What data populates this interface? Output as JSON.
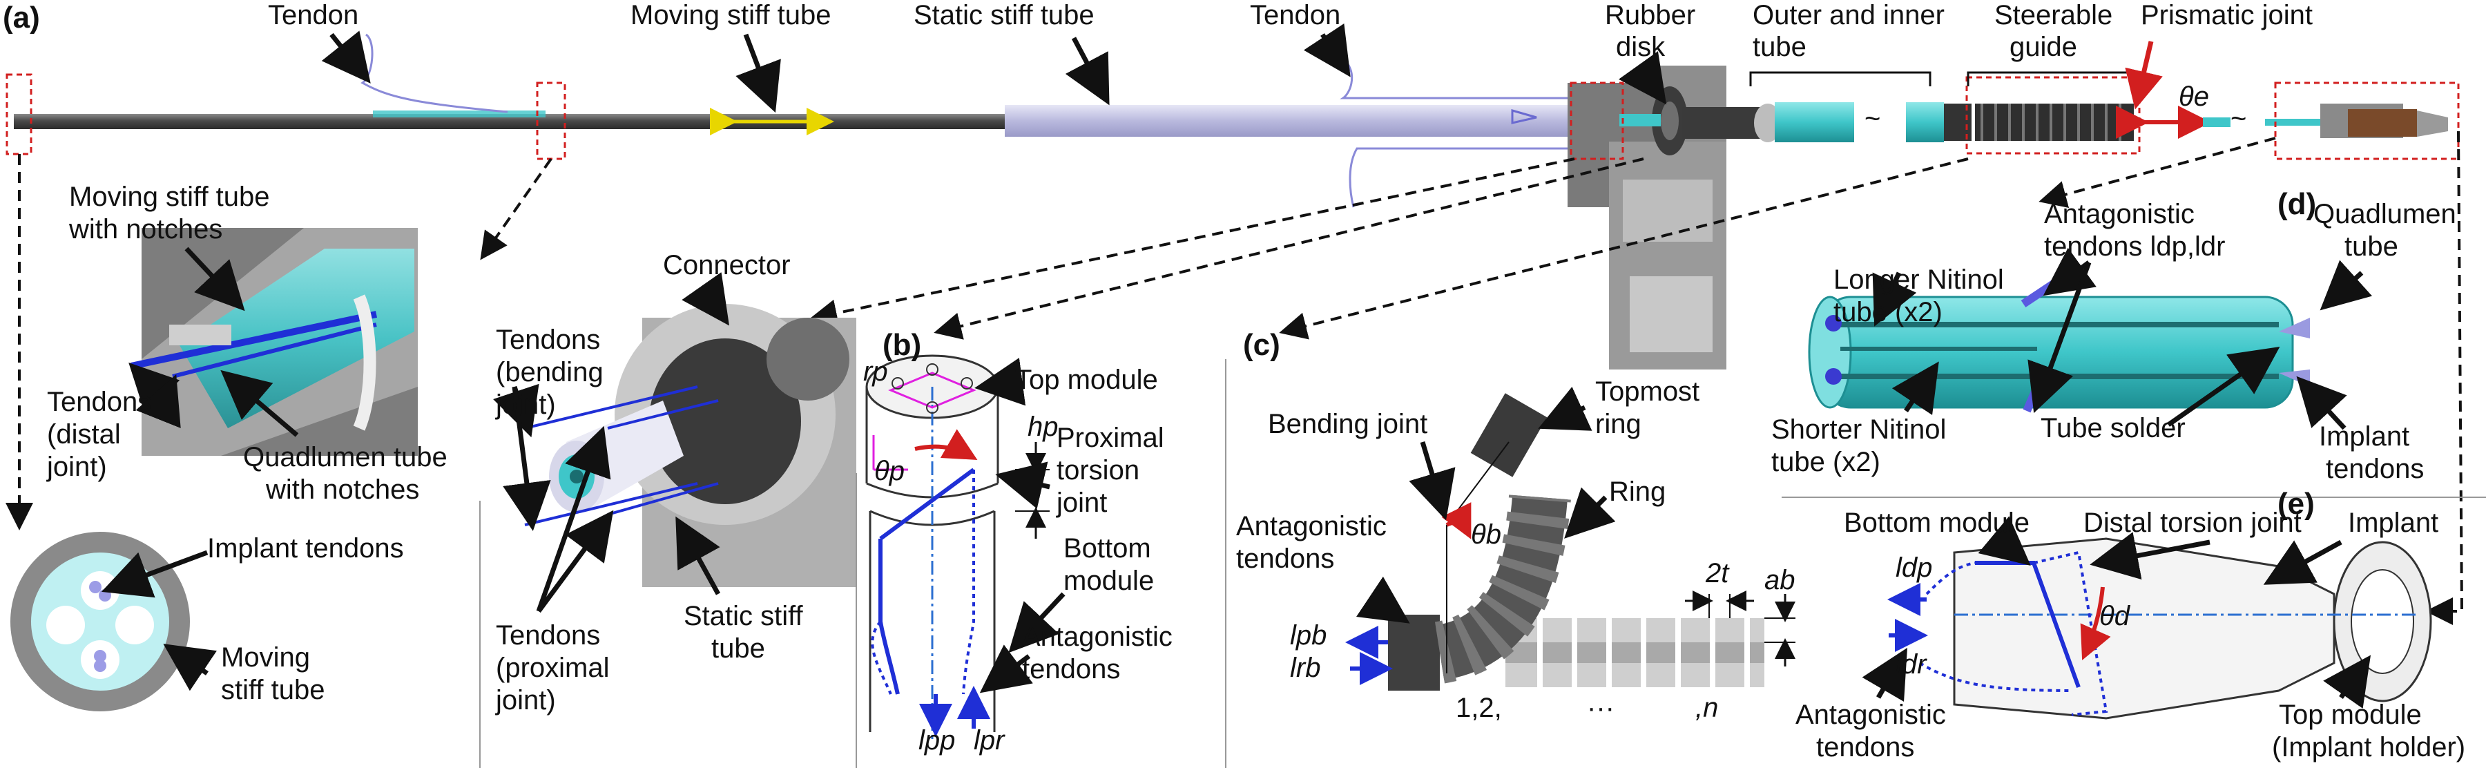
{
  "panels": {
    "a": "(a)",
    "b": "(b)",
    "c": "(c)",
    "d": "(d)",
    "e": "(e)"
  },
  "top_labels": {
    "tendon_left": "Tendon",
    "moving_stiff_tube": "Moving stiff tube",
    "static_stiff_tube": "Static stiff tube",
    "tendon_right": "Tendon",
    "rubber_disk_1": "Rubber",
    "rubber_disk_2": "disk",
    "outer_inner_1": "Outer and inner",
    "outer_inner_2": "tube",
    "steerable_1": "Steerable",
    "steerable_2": "guide",
    "prismatic_joint": "Prismatic joint",
    "theta_e": "θe",
    "tilde": "~"
  },
  "inset_a": {
    "moving_notches_1": "Moving stiff tube",
    "moving_notches_2": "with notches",
    "tendons_distal_1": "Tendons",
    "tendons_distal_2": "(distal",
    "tendons_distal_3": "joint)",
    "quadlumen_notches_1": "Quadlumen tube",
    "quadlumen_notches_2": "with notches",
    "implant_tendons": "Implant tendons",
    "moving_stiff_1": "Moving",
    "moving_stiff_2": "stiff tube"
  },
  "connector": {
    "connector": "Connector",
    "tendons_bending_1": "Tendons",
    "tendons_bending_2": "(bending",
    "tendons_bending_3": "joint)",
    "tendons_proximal_1": "Tendons",
    "tendons_proximal_2": "(proximal",
    "tendons_proximal_3": "joint)",
    "static_stiff_1": "Static stiff",
    "static_stiff_2": "tube"
  },
  "panel_b": {
    "r_p": "rp",
    "top_module": "Top module",
    "h_p": "hp",
    "theta_p": "θp",
    "proximal_1": "Proximal",
    "proximal_2": "torsion",
    "proximal_3": "joint",
    "bottom_1": "Bottom",
    "bottom_2": "module",
    "antagonistic_1": "Antagonistic",
    "antagonistic_2": "tendons",
    "l_pp": "lpp",
    "l_pr": "lpr"
  },
  "panel_c": {
    "bending_joint": "Bending joint",
    "topmost_1": "Topmost",
    "topmost_2": "ring",
    "ring": "Ring",
    "antagonistic_1": "Antagonistic",
    "antagonistic_2": "tendons",
    "theta_b": "θb",
    "two_t": "2t",
    "a_b": "ab",
    "l_pb": "lpb",
    "l_rb": "lrb",
    "seq_1": "1,2,",
    "seq_dots": "···",
    "seq_n": ",n"
  },
  "panel_d": {
    "antagonistic_1": "Antagonistic",
    "antagonistic_2": "tendons ldp,ldr",
    "quadlumen_1": "Quadlumen",
    "quadlumen_2": "tube",
    "longer_1": "Longer Nitinol",
    "longer_2": "tube (x2)",
    "shorter_1": "Shorter Nitinol",
    "shorter_2": "tube (x2)",
    "tube_solder": "Tube solder",
    "implant_1": "Implant",
    "implant_2": "tendons"
  },
  "panel_e": {
    "bottom_module": "Bottom module",
    "distal_torsion": "Distal torsion joint",
    "implant": "Implant",
    "l_dp": "ldp",
    "l_dr": "ldr",
    "theta_d": "θd",
    "antagonistic_1": "Antagonistic",
    "antagonistic_2": "tendons",
    "top_module_1": "Top module",
    "top_module_2": "(Implant holder)"
  },
  "colors": {
    "tendon_blue": "#1f2fd6",
    "quadlumen_cyan": "#3fc6c9",
    "static_tube": "#c4c4e6",
    "red_box": "#d21f1f",
    "yellow_arrow": "#e8d600"
  }
}
